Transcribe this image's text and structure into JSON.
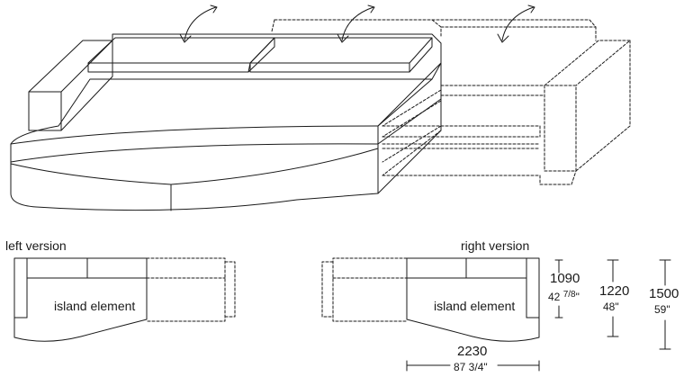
{
  "labels": {
    "left_version": "left version",
    "right_version": "right version",
    "island_left": "island element",
    "island_right": "island element"
  },
  "dimensions": {
    "depth_1090": {
      "mm": "1090",
      "inch_whole": "42 ",
      "inch_frac": "7/8",
      "inch_unit": "\""
    },
    "depth_1220": {
      "mm": "1220",
      "inch": "48\""
    },
    "depth_1500": {
      "mm": "1500",
      "inch": "59\""
    },
    "width_2230": {
      "mm": "2230",
      "inch": "87 3/4\""
    }
  },
  "icons": {
    "rotate_arrow": "curved-rotation-arrow"
  },
  "colors": {
    "line": "#1a1a1a",
    "background": "#ffffff"
  }
}
